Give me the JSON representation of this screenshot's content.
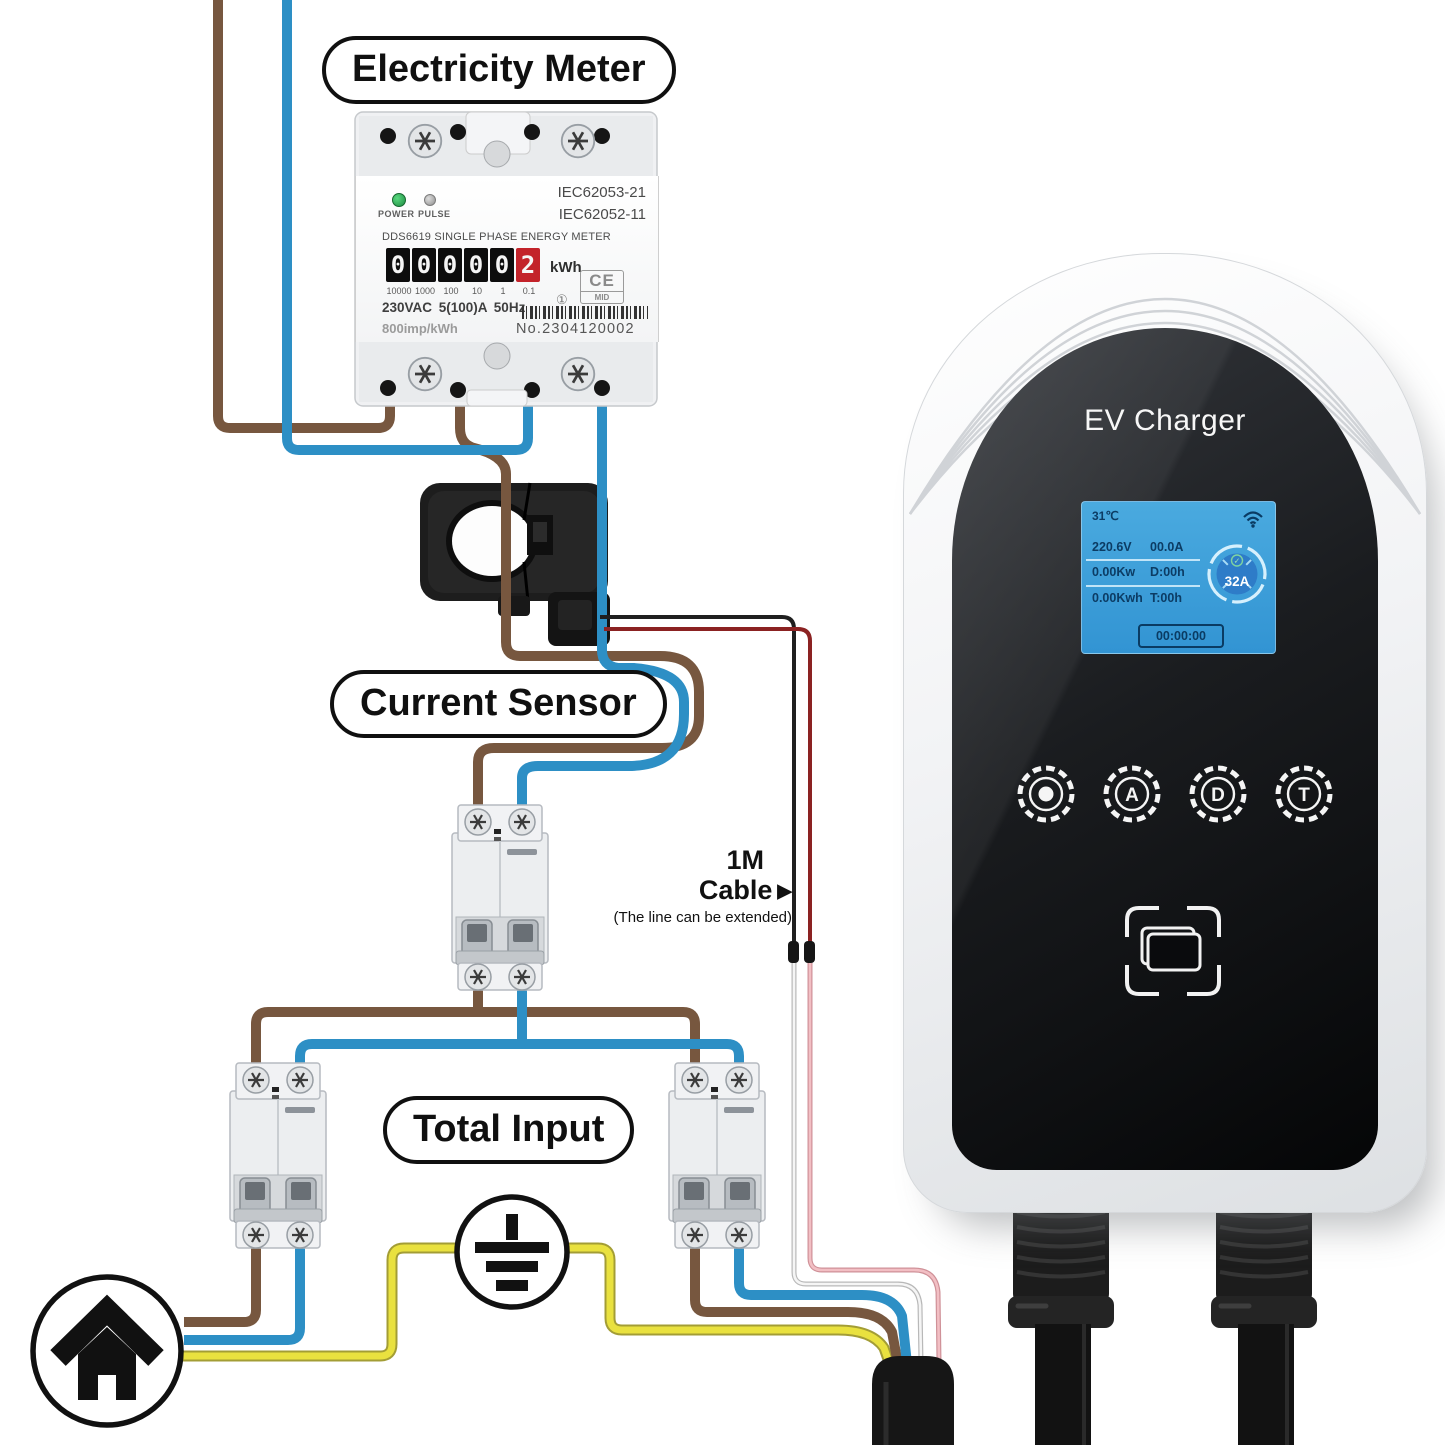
{
  "labels": {
    "electricity_meter": "Electricity Meter",
    "current_sensor": "Current Sensor",
    "total_input": "Total Input"
  },
  "annotation": {
    "size": "1M",
    "cable": "Cable",
    "arrow": "▶",
    "note": "(The line can be extended)"
  },
  "meter": {
    "led_power": "POWER",
    "led_pulse": "PULSE",
    "standard_1": "IEC62053-21",
    "standard_2": "IEC62052-11",
    "title": "DDS6619 SINGLE PHASE ENERGY METER",
    "digits": [
      "0",
      "0",
      "0",
      "0",
      "0",
      "2"
    ],
    "unit": "kWh",
    "scale": [
      "10000",
      "1000",
      "100",
      "10",
      "1",
      "0.1"
    ],
    "rating": "230VAC 5(100)A 50Hz",
    "impulse": "800imp/kWh",
    "ce_mark": "CE",
    "mid": "MID",
    "cert_icon": "①",
    "serial": "No.2304120002"
  },
  "charger": {
    "name": "EV Charger",
    "screen": {
      "temp": "31℃",
      "voltage": "220.6V",
      "current": "00.0A",
      "power": "0.00Kw",
      "day_time": "D:00h",
      "energy": "0.00Kwh",
      "total_time": "T:00h",
      "amp": "32A",
      "check": "✓",
      "timer": "00:00:00"
    },
    "buttons": {
      "b2": "A",
      "b3": "D",
      "b4": "T"
    }
  },
  "colors": {
    "wire_brown": "#77573f",
    "wire_blue": "#2d8fc5",
    "wire_yellow": "#e9e13f",
    "wire_black": "#1f1f1f",
    "wire_red": "#8b2222",
    "wire_white": "#f5f5f5",
    "wire_pink": "#f2bfc4",
    "screen_blue": "#3fa0da",
    "digit_red": "#c3232a"
  }
}
